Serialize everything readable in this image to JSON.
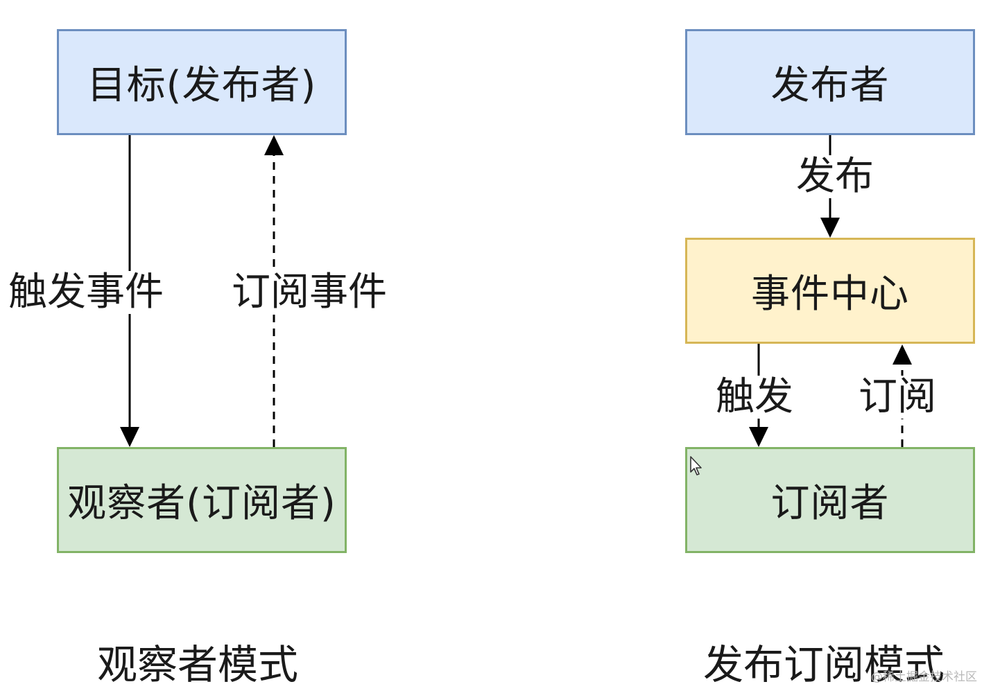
{
  "colors": {
    "blue_fill": "#dae8fc",
    "blue_stroke": "#6c8ebf",
    "green_fill": "#d5e8d4",
    "green_stroke": "#82b366",
    "yellow_fill": "#fff2cc",
    "yellow_stroke": "#d6b656",
    "line": "#000000"
  },
  "observer": {
    "subject": "目标(发布者)",
    "observer": "观察者(订阅者)",
    "trigger_label": "触发事件",
    "subscribe_label": "订阅事件",
    "caption": "观察者模式"
  },
  "pubsub": {
    "publisher": "发布者",
    "publish_label": "发布",
    "event_center": "事件中心",
    "trigger_label": "触发",
    "subscribe_label": "订阅",
    "subscriber": "订阅者",
    "caption": "发布订阅模式"
  },
  "watermark": "@稀土掘金技术社区",
  "icons": {
    "cursor": "mouse-pointer-icon"
  }
}
